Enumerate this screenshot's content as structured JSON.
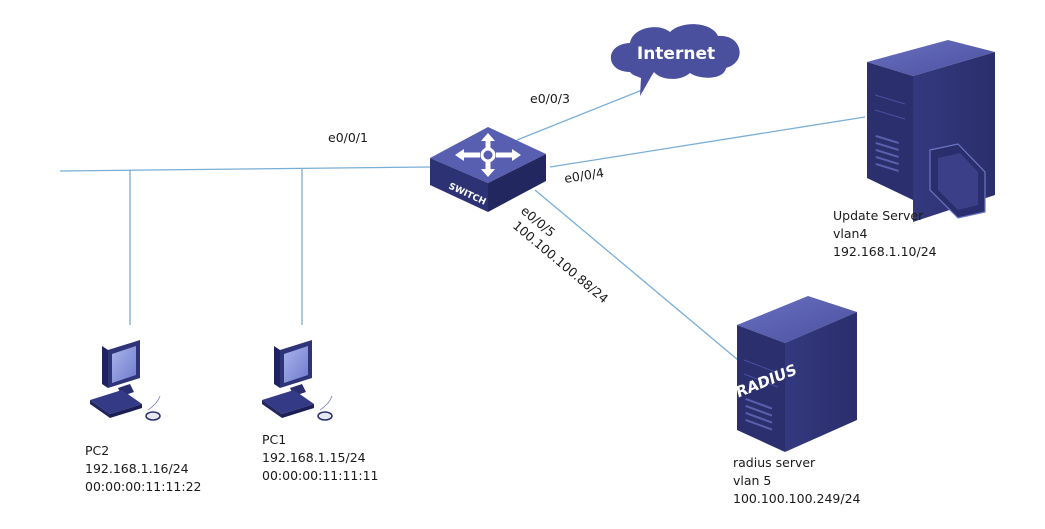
{
  "links": {
    "e001": "e0/0/1",
    "e003": "e0/0/3",
    "e004": "e0/0/4",
    "e005": "e0/0/5",
    "e005_ip": "100.100.100.88/24"
  },
  "switch": {
    "label": "SWITCH"
  },
  "internet": {
    "label": "Internet"
  },
  "update_server": {
    "name": "Update Server",
    "vlan": "vlan4",
    "ip": "192.168.1.10/24"
  },
  "radius_server": {
    "badge": "RADIUS",
    "name": "radius server",
    "vlan": "vlan 5",
    "ip": "100.100.100.249/24"
  },
  "pc1": {
    "name": "PC1",
    "ip": "192.168.1.15/24",
    "mac": "00:00:00:11:11:11"
  },
  "pc2": {
    "name": "PC2",
    "ip": "192.168.1.16/24",
    "mac": "00:00:00:11:11:22"
  },
  "colors": {
    "link": "#7aaed6",
    "device_dark": "#2a2d6e",
    "device_mid": "#3c418f",
    "cloud": "#4a4f9e"
  }
}
